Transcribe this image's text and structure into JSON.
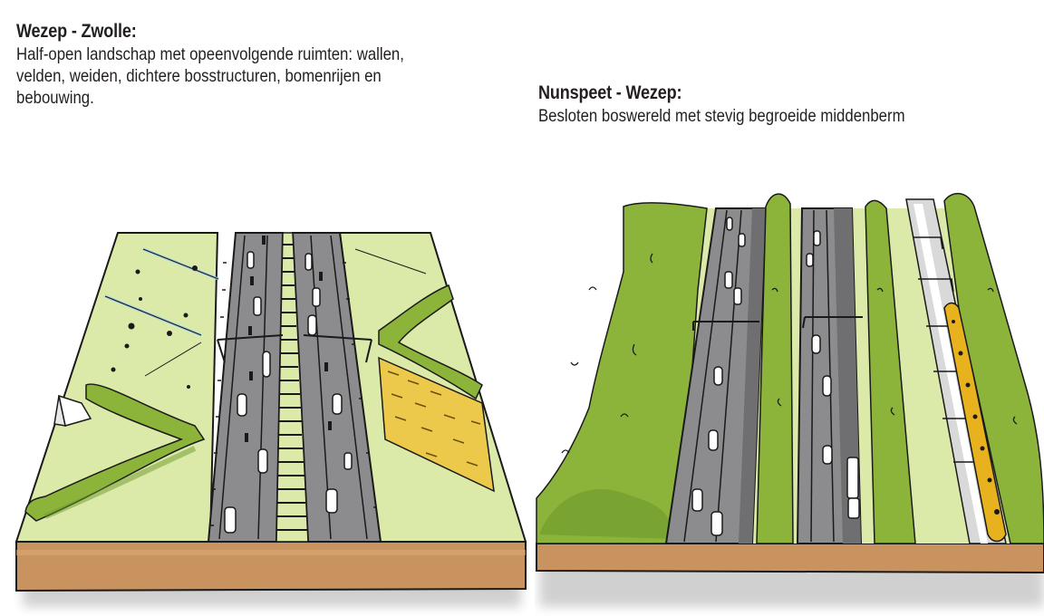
{
  "sections": [
    {
      "title": "Wezep - Zwolle:",
      "description_lines": [
        "Half-open landschap met opeenvolgende ruimten: wallen,",
        "velden, weiden, dichtere bosstructuren, bomenrijen en",
        "bebouwing."
      ],
      "illustration": "half-open-landscape-highway-sketch"
    },
    {
      "title": "Nunspeet - Wezep:",
      "description_lines": [
        "Besloten boswereld met stevig begroeide middenberm"
      ],
      "illustration": "closed-forest-highway-sketch"
    }
  ],
  "colors": {
    "grass": "#dbe9a9",
    "grass_light": "#e6f0bd",
    "hedge": "#8db43a",
    "hedge_dark": "#6e9a2c",
    "road": "#8c8c8e",
    "road_dark": "#6f6f72",
    "soil": "#c9935f",
    "field_yellow": "#ecc94a",
    "train": "#e8b21f",
    "water": "#9fd0ea",
    "ink": "#1a1a1a"
  }
}
